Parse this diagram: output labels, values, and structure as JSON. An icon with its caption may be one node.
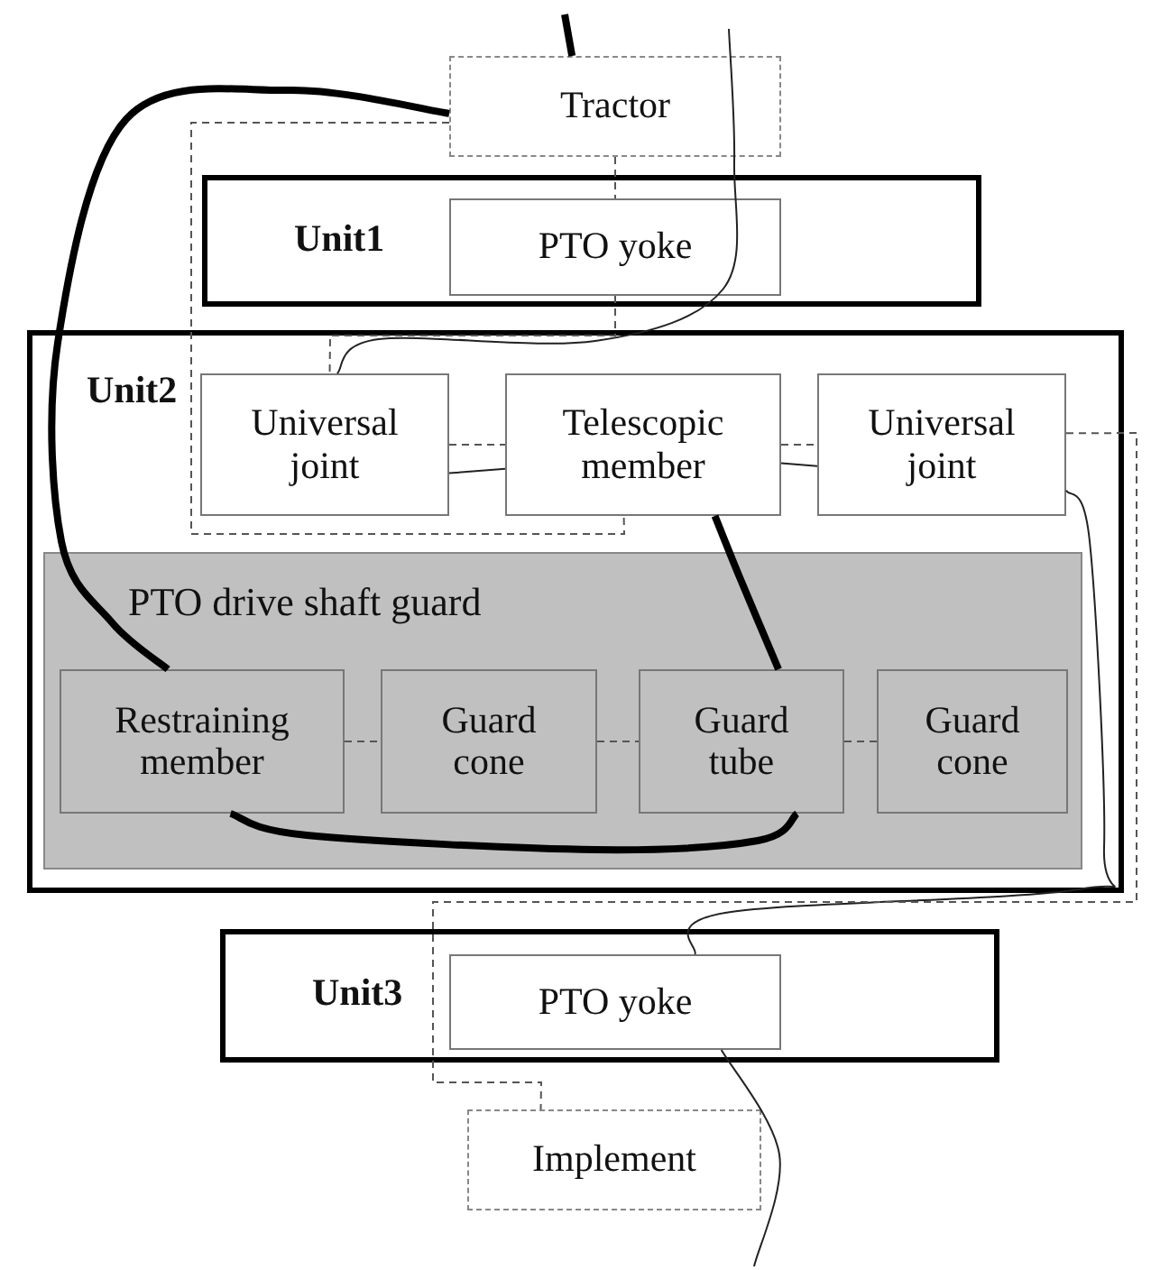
{
  "diagram": {
    "nodes": [
      {
        "text": [
          "Tractor"
        ]
      },
      {
        "text": [
          "Unit1"
        ]
      },
      {
        "text": [
          "PTO yoke"
        ],
        "in": 1
      },
      {
        "text": [
          "Unit2"
        ]
      },
      {
        "text": [
          "Universal joint"
        ],
        "in": 3
      },
      {
        "text": [
          "Telescopic member"
        ],
        "in": 3
      },
      {
        "text": [
          "Universal joint"
        ],
        "in": 3
      },
      {
        "text": [
          "PTO drive shaft guard"
        ],
        "in": 3
      },
      {
        "text": [
          "Restraining member"
        ],
        "in": 7
      },
      {
        "text": [
          "Guard cone"
        ],
        "in": 7
      },
      {
        "text": [
          "Guard tube"
        ],
        "in": 7
      },
      {
        "text": [
          "Guard cone"
        ],
        "in": 7
      },
      {
        "text": [
          "Unit3"
        ]
      },
      {
        "text": [
          "PTO yoke"
        ],
        "in": 12
      },
      {
        "text": [
          "Implement"
        ]
      }
    ],
    "edges": [
      {
        "from": null,
        "to": 0,
        "arrow": "none",
        "style": "thick"
      },
      {
        "from": 0,
        "to": 8,
        "arrow": "none",
        "style": "thick"
      },
      {
        "from": 8,
        "to": 10,
        "arrow": "none",
        "style": "thick"
      },
      {
        "from": 10,
        "to": 5,
        "arrow": "none",
        "style": "thick"
      },
      {
        "from": null,
        "to": 4,
        "arrow": "none"
      },
      {
        "from": 6,
        "to": 13,
        "arrow": "none"
      },
      {
        "from": 13,
        "to": null,
        "arrow": "none"
      },
      {
        "from": 4,
        "to": 5,
        "arrow": "none"
      },
      {
        "from": 5,
        "to": 6,
        "arrow": "none"
      },
      {
        "from": 4,
        "to": 5,
        "arrow": "none",
        "style": "dashed"
      },
      {
        "from": 5,
        "to": 6,
        "arrow": "none",
        "style": "dashed"
      },
      {
        "from": 0,
        "to": 2,
        "arrow": "none",
        "style": "dashed"
      },
      {
        "from": 2,
        "to": 4,
        "arrow": "none",
        "style": "dashed"
      },
      {
        "from": 0,
        "to": 5,
        "arrow": "none",
        "style": "dashed"
      },
      {
        "from": 6,
        "to": 14,
        "arrow": "none",
        "style": "dashed"
      },
      {
        "from": 8,
        "to": 9,
        "arrow": "none",
        "style": "dashed"
      },
      {
        "from": 9,
        "to": 10,
        "arrow": "none",
        "style": "dashed"
      },
      {
        "from": 10,
        "to": 11,
        "arrow": "none",
        "style": "dashed"
      }
    ]
  }
}
